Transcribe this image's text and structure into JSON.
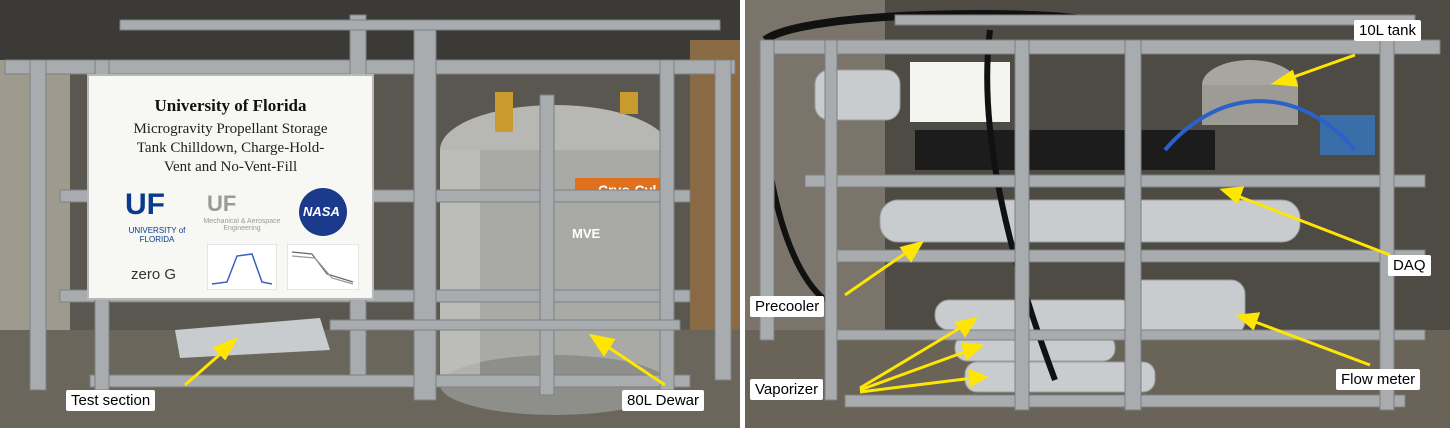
{
  "poster": {
    "title": "University of Florida",
    "subtitle_lines": [
      "Microgravity Propellant Storage",
      "Tank Chilldown, Charge-Hold-",
      "Vent and No-Vent-Fill"
    ],
    "logos": {
      "uf": "UF",
      "uf_sub": "UNIVERSITY of FLORIDA",
      "mae": "Mechanical & Aerospace Engineering",
      "nasa": "NASA",
      "zerog": "zero G"
    }
  },
  "dewar_band": "Cryo-Cyl",
  "dewar_brand": "MVE",
  "callouts": {
    "test_section": "Test section",
    "dewar": "80L Dewar",
    "tank": "10L tank",
    "daq": "DAQ",
    "precooler": "Precooler",
    "flow_meter": "Flow meter",
    "vaporizer": "Vaporizer"
  },
  "colors": {
    "arrow": "#ffe600",
    "frame": "#a9acae",
    "foil": "#c9ccce"
  }
}
